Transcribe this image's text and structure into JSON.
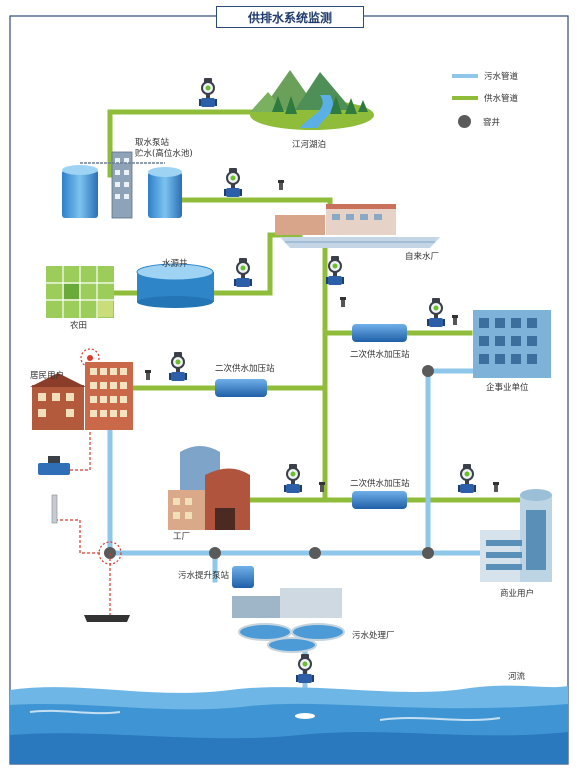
{
  "title": "供排水系统监测",
  "legend": {
    "sewage": "污水管道",
    "supply": "供水管道",
    "manhole": "窨井"
  },
  "labels": {
    "lake": "江河湖泊",
    "pump_station": "取水泵站",
    "reservoir": "贮水(高位水池)",
    "water_plant": "自来水厂",
    "water_well": "水源井",
    "farmland": "农田",
    "residents": "居民用户",
    "booster1": "二次供水加压站",
    "booster2": "二次供水加压站",
    "booster3": "二次供水加压站",
    "enterprise": "企事业单位",
    "factory": "工厂",
    "commercial": "商业用户",
    "sewage_pump": "污水提升泵站",
    "sewage_plant": "污水处理厂",
    "river": "河流"
  },
  "colors": {
    "sewage_pipe": "#8ec7ea",
    "supply_pipe": "#8fbd3a",
    "manhole": "#5a5a5a",
    "alert": "#d93b2b",
    "frame": "#2e4a7a"
  }
}
